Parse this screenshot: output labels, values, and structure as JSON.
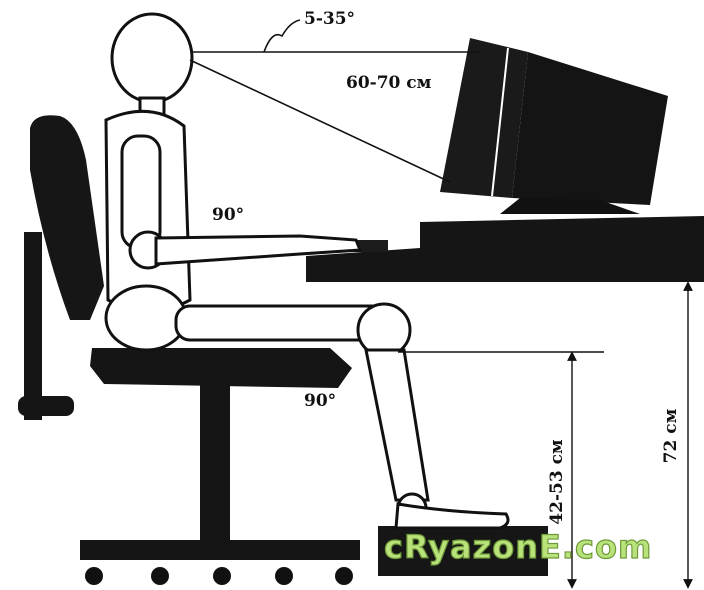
{
  "labels": {
    "tilt_angle": "5-35°",
    "screen_distance": "60-70 см",
    "elbow_angle": "90°",
    "knee_angle": "90°",
    "seat_height": "42-53 см",
    "desk_height": "72 см"
  },
  "watermark": "cRyazonE.com",
  "colors": {
    "ink": "#111111",
    "background": "#ffffff",
    "watermark_fill": "#b9e27a",
    "watermark_stroke": "#6f9a3a"
  }
}
